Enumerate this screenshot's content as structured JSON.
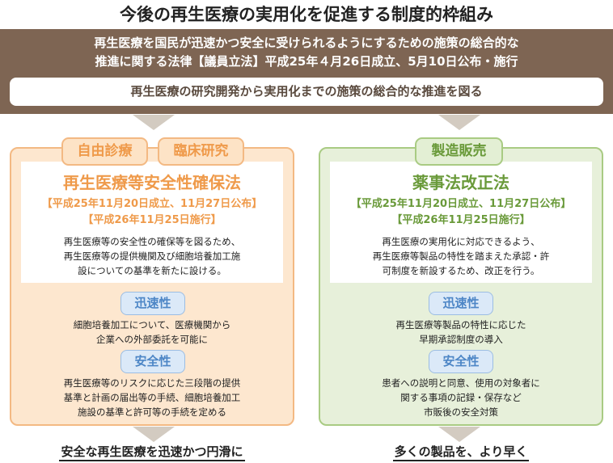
{
  "title": "今後の再生医療の実用化を促進する制度的枠組み",
  "header": {
    "line1": "再生医療を国民が迅速かつ安全に受けられるようにするための施策の総合的な",
    "line2": "推進に関する法律【議員立法】平成25年４月26日成立、5月10日公布・施行",
    "summary": "再生医療の研究開発から実用化までの施策の総合的な推進を図る"
  },
  "left": {
    "tabs": [
      "自由診療",
      "臨床研究"
    ],
    "law": "再生医療等安全性確保法",
    "dates": [
      "【平成25年11月20日成立、11月27日公布】",
      "【平成26年11月25日施行】"
    ],
    "desc": [
      "再生医療等の安全性の確保等を図るため、",
      "再生医療等の提供機関及び細胞培養加工施",
      "設についての基準を新たに設ける。"
    ],
    "speed_label": "迅速性",
    "speed_text": [
      "細胞培養加工について、医療機関から",
      "企業への外部委託を可能に"
    ],
    "safety_label": "安全性",
    "safety_text": [
      "再生医療等のリスクに応じた三段階の提供",
      "基準と計画の届出等の手続、細胞培養加工",
      "施設の基準と許可等の手続を定める"
    ],
    "result": "安全な再生医療を迅速かつ円滑に"
  },
  "right": {
    "tabs": [
      "製造販売"
    ],
    "law": "薬事法改正法",
    "dates": [
      "【平成25年11月20日成立、11月27日公布】",
      "【平成26年11月25日施行】"
    ],
    "desc": [
      "再生医療の実用化に対応できるよう、",
      "再生医療等製品の特性を踏まえた承認・許",
      "可制度を新設するため、改正を行う。"
    ],
    "speed_label": "迅速性",
    "speed_text": [
      "再生医療等製品の特性に応じた",
      "早期承認制度の導入"
    ],
    "safety_label": "安全性",
    "safety_text": [
      "患者への説明と同意、使用の対象者に",
      "関する事項の記録・保存など",
      "市販後の安全対策"
    ],
    "result": "多くの製品を、より早く"
  },
  "colors": {
    "brown": "#7e6553",
    "orange": "#ef9a4a",
    "green": "#6a9a3a",
    "blue": "#4d86c6"
  }
}
